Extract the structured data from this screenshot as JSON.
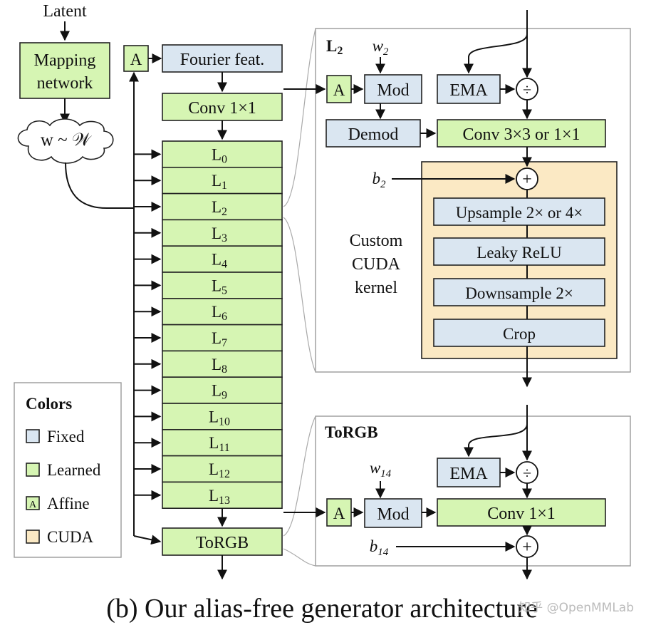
{
  "main": {
    "latent": "Latent",
    "mapping": [
      "Mapping",
      "network"
    ],
    "w_space": "w ~ 𝒲",
    "affine": "A",
    "fourier": "Fourier feat.",
    "conv1": "Conv 1×1",
    "layers": [
      "L0",
      "L1",
      "L2",
      "L3",
      "L4",
      "L5",
      "L6",
      "L7",
      "L8",
      "L9",
      "L10",
      "L11",
      "L12",
      "L13"
    ],
    "torgb": "ToRGB"
  },
  "l2_panel": {
    "title": "L2",
    "w": "w2",
    "affine": "A",
    "mod": "Mod",
    "ema": "EMA",
    "div": "÷",
    "demod": "Demod",
    "conv": "Conv 3×3 or 1×1",
    "b": "b2",
    "plus": "+",
    "custom_cuda": [
      "Custom",
      "CUDA",
      "kernel"
    ],
    "cuda_ops": [
      "Upsample 2× or 4×",
      "Leaky ReLU",
      "Downsample 2×",
      "Crop"
    ]
  },
  "torgb_panel": {
    "title": "ToRGB",
    "w": "w14",
    "affine": "A",
    "mod": "Mod",
    "ema": "EMA",
    "div": "÷",
    "conv": "Conv 1×1",
    "b": "b14",
    "plus": "+"
  },
  "legend": {
    "title": "Colors",
    "items": [
      "Fixed",
      "Learned",
      "Affine",
      "CUDA"
    ],
    "affine_glyph": "A",
    "colors": {
      "fixed": "#dae6f1",
      "learned": "#d6f5b3",
      "cuda": "#fbe9c4"
    }
  },
  "caption": "(b) Our alias-free generator architecture",
  "watermark": "知乎 @OpenMMLab"
}
